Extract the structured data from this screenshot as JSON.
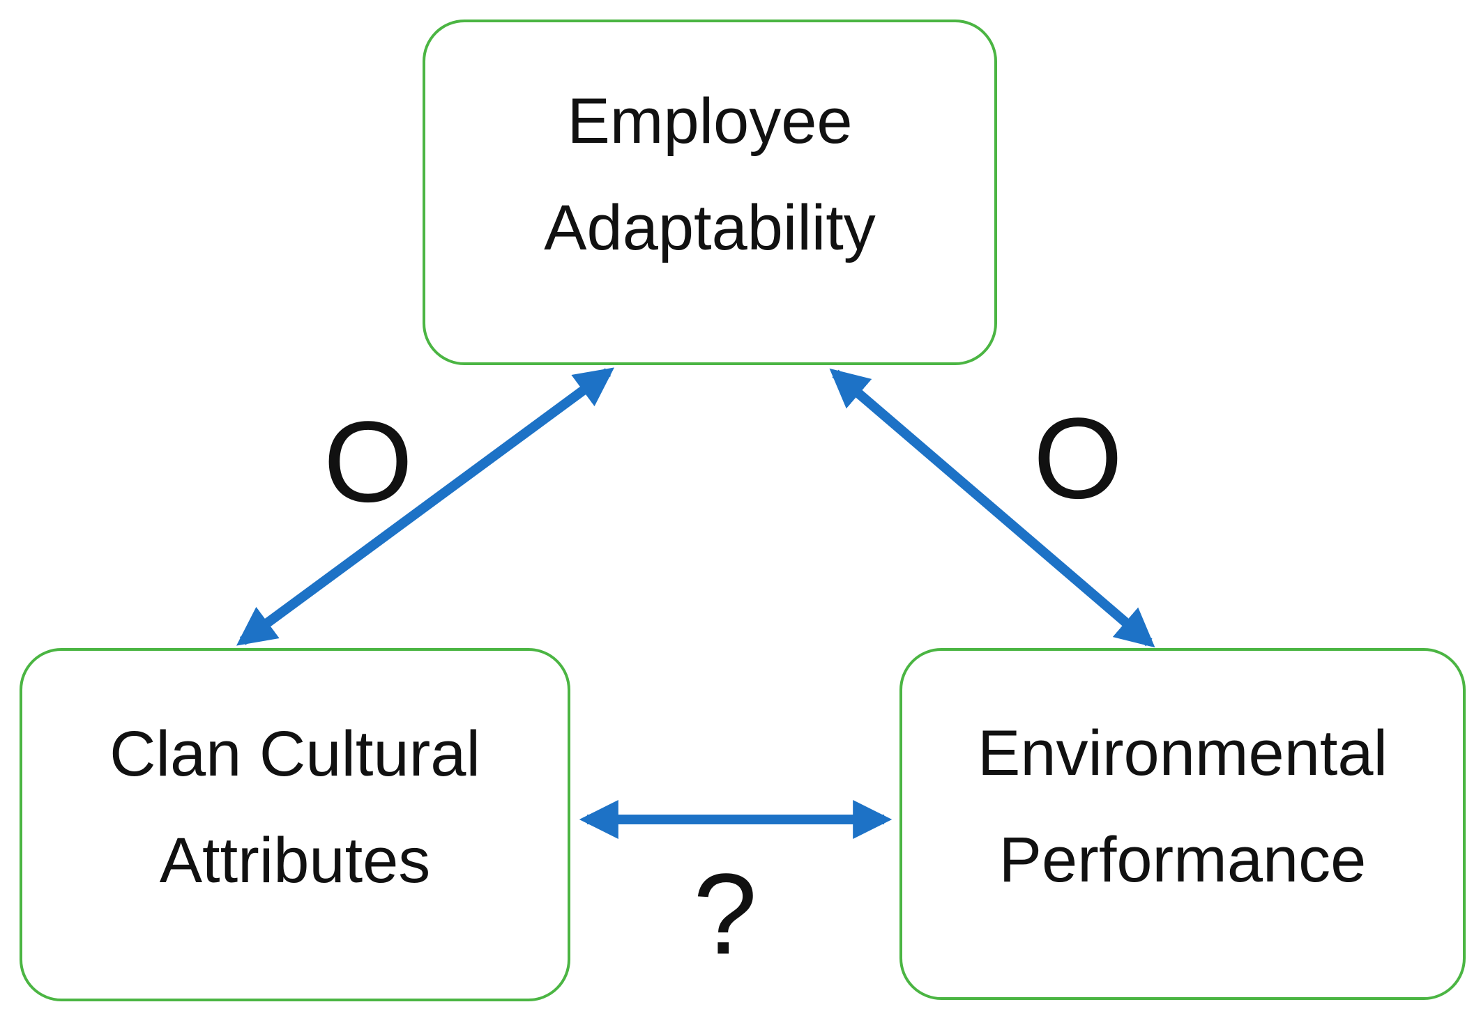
{
  "diagram": {
    "type": "concept-relationship-diagram",
    "description_visible_text_only": true
  },
  "colors": {
    "box_border": "#4bb543",
    "arrow": "#1d72c6",
    "text": "#111111",
    "background": "#ffffff"
  },
  "nodes": [
    {
      "id": "employee-adaptability",
      "lines": [
        "Employee",
        "Adaptability"
      ]
    },
    {
      "id": "clan-cultural-attributes",
      "lines": [
        "Clan Cultural",
        "Attributes"
      ]
    },
    {
      "id": "environmental-performance",
      "lines": [
        "Environmental",
        "Performance"
      ]
    }
  ],
  "edges": [
    {
      "from": "clan-cultural-attributes",
      "to": "employee-adaptability",
      "style": "double-headed-arrow",
      "label": "O"
    },
    {
      "from": "employee-adaptability",
      "to": "environmental-performance",
      "style": "double-headed-arrow",
      "label": "O"
    },
    {
      "from": "clan-cultural-attributes",
      "to": "environmental-performance",
      "style": "double-headed-arrow",
      "label": "?"
    }
  ]
}
